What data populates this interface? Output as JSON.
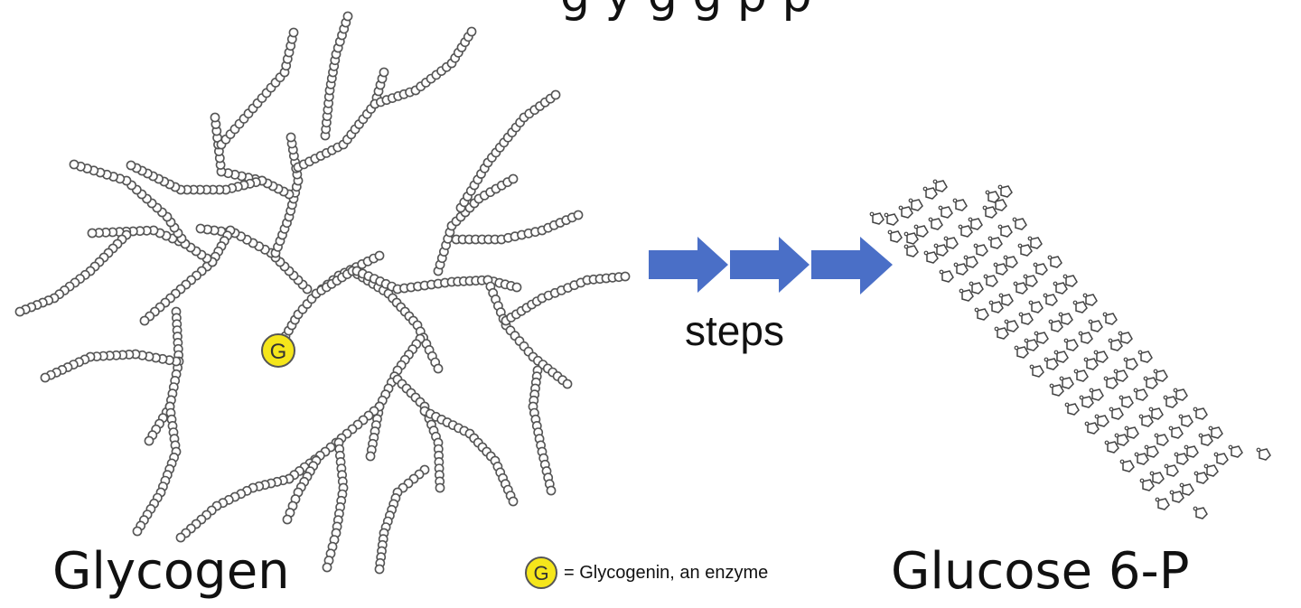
{
  "title_partial": "g  y  g  g  p  p",
  "labels": {
    "glycogen": "Glycogen",
    "steps": "steps",
    "glucose": "Glucose 6-P",
    "legend_symbol": "G",
    "legend_text": "= Glycogenin, an enzyme",
    "core_symbol": "G"
  },
  "colors": {
    "arrow": "#4a6fc7",
    "glycogenin": "#f5e61b",
    "bead_stroke": "#555555",
    "text": "#111111"
  },
  "icons": {
    "arrow": "right-block-arrow-icon",
    "glycogenin": "glycogenin-circle-icon",
    "glucose_unit": "glucose-6-phosphate-icon"
  }
}
